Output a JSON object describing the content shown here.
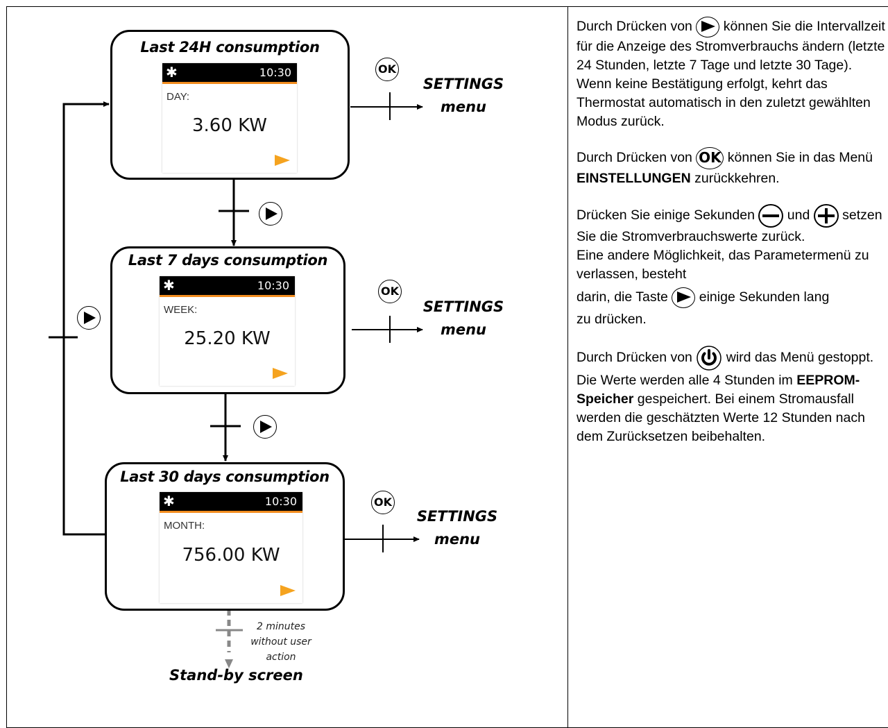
{
  "screens": [
    {
      "title": "Last 24H consumption",
      "time": "10:30",
      "period_label": "DAY:",
      "value": "3.60 KW"
    },
    {
      "title": "Last 7 days consumption",
      "time": "10:30",
      "period_label": "WEEK:",
      "value": "25.20 KW"
    },
    {
      "title": "Last 30 days consumption",
      "time": "10:30",
      "period_label": "MONTH:",
      "value": "756.00 KW"
    }
  ],
  "ok_label": "OK",
  "settings": {
    "line1": "SETTINGS",
    "line2": "menu"
  },
  "standby": {
    "note_line1": "2 minutes",
    "note_line2": "without user",
    "note_line3": "action",
    "label": "Stand-by screen"
  },
  "instructions": {
    "p1_pre": "Durch Drücken von",
    "p1_post": "können Sie die Intervallzeit für die Anzeige des Stromverbrauchs ändern (letzte 24 Stunden, letzte 7 Tage und letzte 30 Tage).",
    "p1_line2": "Wenn keine Bestätigung erfolgt, kehrt das Thermostat automatisch in den zuletzt gewählten Modus zurück.",
    "p2_pre": "Durch Drücken von",
    "p2_ok": "OK",
    "p2_mid": "können Sie in das Menü",
    "p2_bold": "EINSTELLUNGEN",
    "p2_post": "zurückkehren.",
    "p3_pre": "Drücken Sie einige Sekunden",
    "p3_and": "und",
    "p3_post": "setzen Sie die Stromverbrauchswerte zurück.",
    "p3_line2": "Eine andere Möglichkeit, das Parametermenü zu verlassen, besteht",
    "p3_line3_pre": "darin, die Taste",
    "p3_line3_post": "einige Sekunden lang",
    "p3_line4": "zu drücken.",
    "p4_pre": "Durch Drücken von",
    "p4_mid": "wird das Menü gestoppt. Die Werte werden alle 4 Stunden im",
    "p4_bold": "EEPROM-Speicher",
    "p4_post": "gespeichert. Bei einem Stromausfall werden die geschätzten Werte 12 Stunden nach dem Zurücksetzen beibehalten."
  },
  "icons": {
    "gear": "gear-icon",
    "play": "play-button-icon",
    "ok": "ok-button-icon",
    "minus": "minus-button-icon",
    "plus": "plus-button-icon",
    "power": "power-button-icon"
  },
  "colors": {
    "accent": "#f28c1e",
    "arrow": "#f5a31f",
    "standby_line": "#888888"
  }
}
